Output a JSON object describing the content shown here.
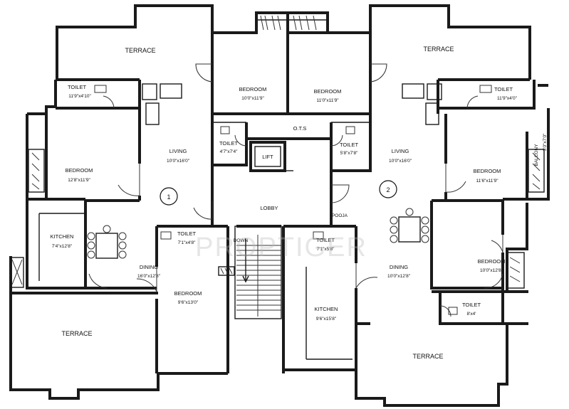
{
  "rooms": {
    "terrace_top_left": "TERRACE",
    "terrace_top_right": "TERRACE",
    "terrace_bottom_left": "TERRACE",
    "terrace_bottom_right": "TERRACE",
    "bedroom_center_left": {
      "name": "BEDROOM",
      "size": "10'0\"x11'9\""
    },
    "bedroom_center_right": {
      "name": "BEDROOM",
      "size": "11'0\"x11'9\""
    },
    "toilet_top_left": {
      "name": "TOILET",
      "size": "11'9\"x4'10\""
    },
    "toilet_top_right": {
      "name": "TOILET",
      "size": "11'9\"x4'0\""
    },
    "toilet_center_left": {
      "name": "TOILET",
      "size": "4'7\"x7'4\""
    },
    "toilet_center_right": {
      "name": "TOILET",
      "size": "5'8\"x7'8\""
    },
    "ots": "O.T.S",
    "lift": "LIFT",
    "lobby": "LOBBY",
    "pooja": "POOJA",
    "living_left": {
      "name": "LIVING",
      "size": "10'0\"x16'0\""
    },
    "living_right": {
      "name": "LIVING",
      "size": "10'0\"x16'0\""
    },
    "bedroom_left": {
      "name": "BEDROOM",
      "size": "12'8\"x11'9\""
    },
    "bedroom_right": {
      "name": "BEDROOM",
      "size": "11'6\"x11'9\""
    },
    "balcony_right": {
      "name": "BALCONY",
      "size": "3'0\"x7'0\""
    },
    "kitchen_left": {
      "name": "KITCHEN",
      "size": "7'4\"x12'8\""
    },
    "kitchen_right": {
      "name": "KITCHEN",
      "size": "9'6\"x15'8\""
    },
    "toilet_lower_left": {
      "name": "TOILET",
      "size": "7'1\"x4'8\""
    },
    "toilet_lower_right": {
      "name": "TOILET",
      "size": "7'1\"x5'8\""
    },
    "dining_left": {
      "name": "DINING",
      "size": "16'0\"x12'8\""
    },
    "dining_right": {
      "name": "DINING",
      "size": "10'0\"x12'8\""
    },
    "bedroom_lower_left": {
      "name": "BEDROOM",
      "size": "9'6\"x13'0\""
    },
    "bedroom_lower_right": {
      "name": "BEDROOM",
      "size": "10'0\"x12'8\""
    },
    "toilet_bottom_right": {
      "name": "TOILET",
      "size": "8'x4'"
    }
  },
  "flat_markers": [
    "1",
    "2"
  ],
  "stair_label": "DOWN",
  "watermark": "PROPTIGER"
}
